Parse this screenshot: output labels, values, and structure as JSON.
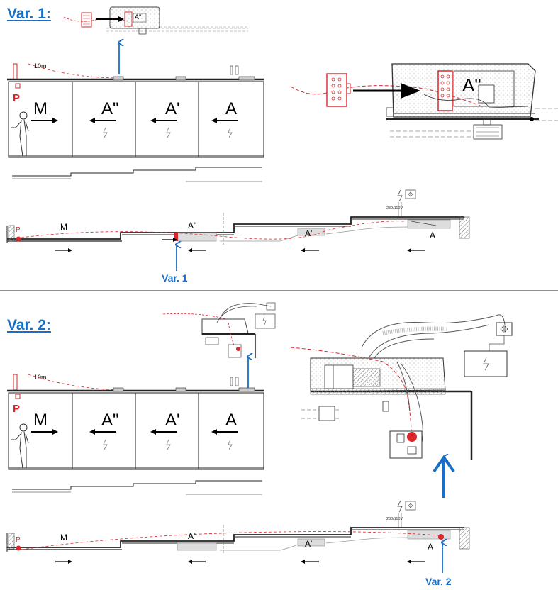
{
  "sections": [
    {
      "title": "Var. 1:",
      "callout": "Var. 1",
      "cable_length": "10m",
      "panels": [
        "M",
        "A\"",
        "A'",
        "A"
      ],
      "plan_labels": [
        "P",
        "M",
        "A\"",
        "A'",
        "A"
      ],
      "voltage": "230/110V",
      "small_label": "A\"",
      "detail_label": "A\""
    },
    {
      "title": "Var. 2:",
      "callout": "Var. 2",
      "cable_length": "10m",
      "panels": [
        "M",
        "A\"",
        "A'",
        "A"
      ],
      "plan_labels": [
        "P",
        "M",
        "A\"",
        "A'",
        "A"
      ],
      "voltage": "230/110V"
    }
  ],
  "colors": {
    "accent": "#1a6fc4",
    "red": "#d9262b",
    "line": "#222222"
  }
}
